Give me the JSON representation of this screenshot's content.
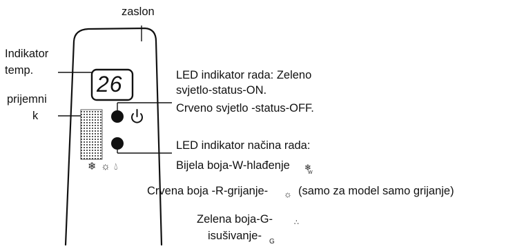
{
  "device": {
    "display_value": "26",
    "mode_icons": [
      "snowflake-icon",
      "sun-icon",
      "droplet-icon"
    ]
  },
  "labels": {
    "display": "zaslon",
    "temp_indicator_line1": "Indikator",
    "temp_indicator_line2": "temp.",
    "receiver_line1": "prijemni",
    "receiver_line2": "k",
    "run_led_line1": "LED indikator rada: Zeleno",
    "run_led_line2": "svjetlo-status-ON.",
    "run_led_line3": "Crveno svjetlo -status-OFF.",
    "mode_led_title": "LED indikator načina rada:",
    "white_cooling": "Bijela boja-W-hlađenje",
    "red_heating_prefix": "Crvena boja -R-grijanje-",
    "red_heating_suffix": "(samo za model samo grijanje)",
    "green_dry_line1": "Zelena boja-G-",
    "green_dry_line2": "isušivanje-",
    "green_dry_sub": "G",
    "cooling_sub": "W"
  }
}
